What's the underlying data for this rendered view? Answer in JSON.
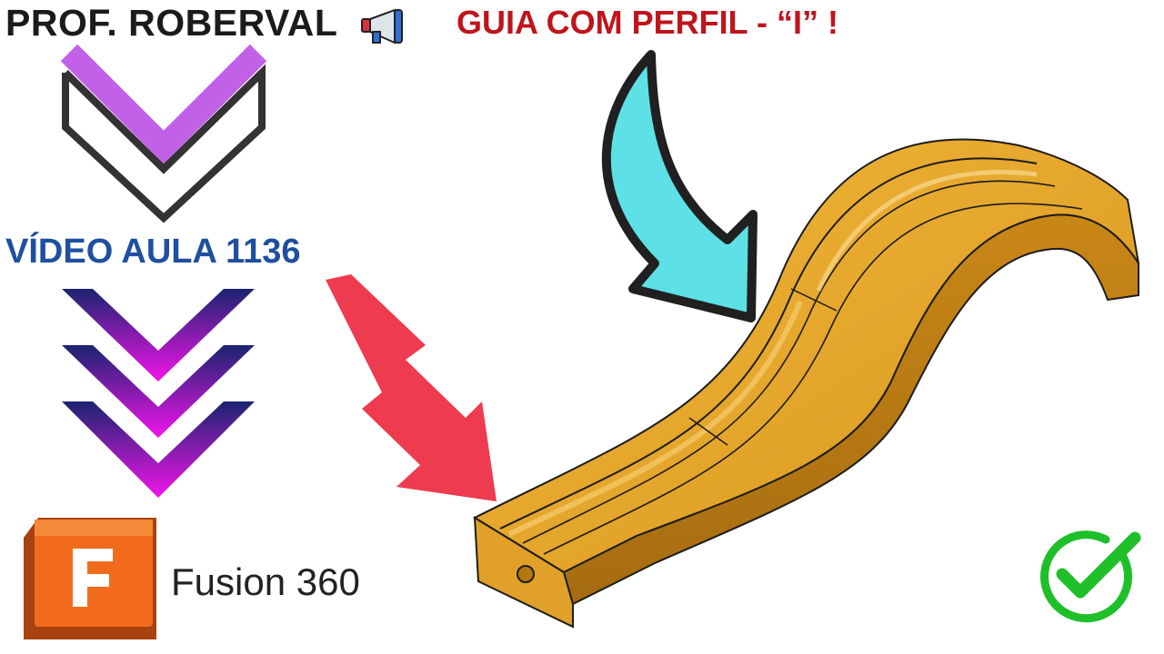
{
  "header": {
    "author": "PROF. ROBERVAL",
    "headline": "GUIA COM PERFIL - “I” !"
  },
  "video": {
    "label": "VÍDEO AULA 1136"
  },
  "brand": {
    "logo_letter": "F",
    "name": "Fusion 360"
  },
  "icons": {
    "megaphone": "megaphone-icon",
    "checkmark": "check-circle-icon"
  },
  "colors": {
    "headline_red": "#c0141c",
    "video_blue": "#1f4fa0",
    "cyan_arrow": "#5de0e6",
    "red_arrow": "#ee3b4f",
    "model_gold": "#e6a52a",
    "logo_orange": "#f26b1d",
    "check_green": "#1fbf2a"
  }
}
